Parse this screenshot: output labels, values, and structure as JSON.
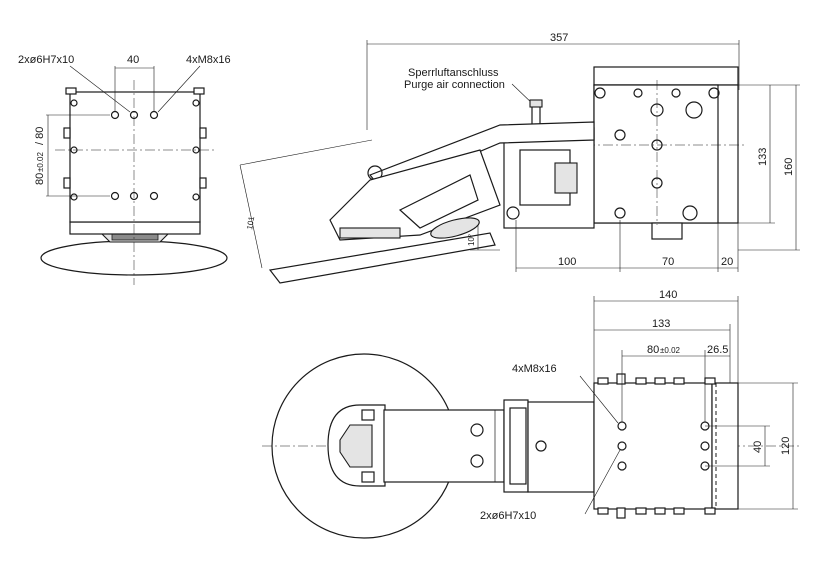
{
  "front_view": {
    "holes_label": "2xø6H7x10",
    "threads_label": "4xM8x16",
    "width_dim": "40",
    "height_dim_main": "80",
    "height_dim_tol": "±0.02",
    "height_dim_alt": "/ 80"
  },
  "side_view": {
    "overall_length": "357",
    "purge_label_de": "Sperrluftanschluss",
    "purge_label_en": "Purge air connection",
    "height_133": "133",
    "height_160": "160",
    "dim_101": "101",
    "angle": "10°",
    "dim_100": "100",
    "dim_70": "70",
    "dim_20": "20"
  },
  "top_view": {
    "width_140": "140",
    "width_133": "133",
    "dim_80": "80",
    "dim_80_tol": "±0.02",
    "dim_26_5": "26.5",
    "threads_label": "4xM8x16",
    "holes_label": "2xø6H7x10",
    "dim_40": "40",
    "dim_120": "120"
  }
}
